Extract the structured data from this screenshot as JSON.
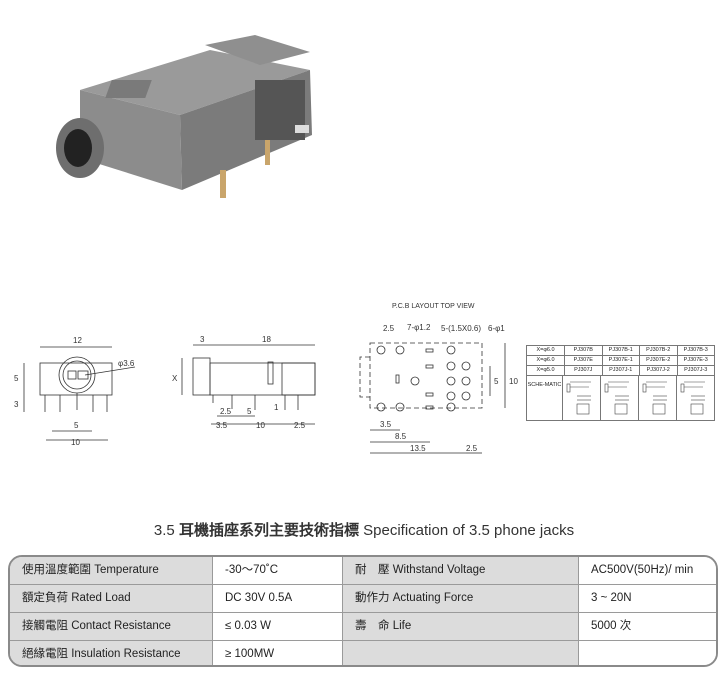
{
  "drawing": {
    "pcb_header": "P.C.B LAYOUT    TOP VIEW",
    "front_dims": {
      "width": "12",
      "dia": "φ3.6",
      "h5": "5",
      "h3": "3",
      "pin5": "5",
      "pin10": "10"
    },
    "side_dims": {
      "d3": "3",
      "d18": "18",
      "x": "X",
      "d25": "2.5",
      "d5": "5",
      "d1": "1",
      "d35": "3.5",
      "d10": "10",
      "d25b": "2.5"
    },
    "pcb_dims": {
      "d25": "2.5",
      "holes7": "7-φ1.2",
      "slots": "5-(1.5X0.6)",
      "holes6": "6-φ1",
      "d5": "5",
      "d10": "10",
      "d35": "3.5",
      "d85": "8.5",
      "d135": "13.5",
      "d25b": "2.5"
    },
    "model_table": {
      "rows": [
        [
          "X=φ6.0",
          "PJ307B",
          "PJ307B-1",
          "PJ307B-2",
          "PJ307B-3"
        ],
        [
          "X=φ6.0",
          "PJ307E",
          "PJ307E-1",
          "PJ307E-2",
          "PJ307E-3"
        ],
        [
          "X=φ5.0",
          "PJ307J",
          "PJ307J-1",
          "PJ307J-2",
          "PJ307J-3"
        ]
      ],
      "schematic_label": "SCHE-MATIC"
    }
  },
  "title": {
    "prefix": "3.5",
    "cn": "耳機插座系列主要技術指標",
    "en": "Specification of 3.5 phone jacks"
  },
  "spec": [
    [
      "使用溫度範圍 Temperature",
      "-30～70˚C",
      "耐　壓 Withstand Voltage",
      "AC500V(50Hz)/ min"
    ],
    [
      "額定負荷  Rated Load",
      "DC  30V  0.5A",
      "動作力 Actuating Force",
      "3 ~ 20N"
    ],
    [
      "接觸電阻  Contact Resistance",
      "≤ 0.03 W",
      "壽　命 Life",
      "5000 次"
    ],
    [
      "絕緣電阻  Insulation Resistance",
      "≥ 100MW",
      "",
      ""
    ]
  ]
}
